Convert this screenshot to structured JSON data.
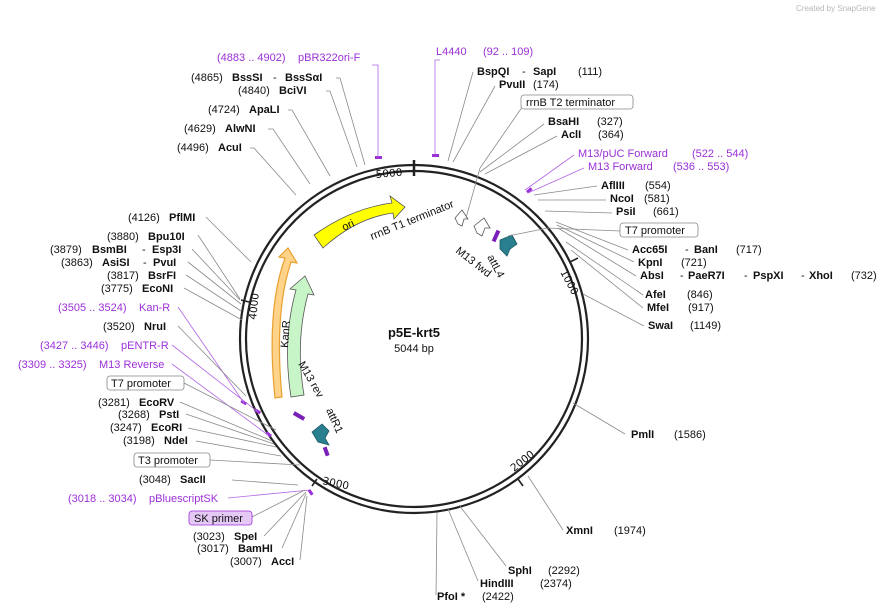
{
  "watermark": "Created by  SnapGene",
  "plasmid": {
    "name": "p5E-krt5",
    "size_label": "5044 bp"
  },
  "tick_labels": [
    "1000",
    "2000",
    "3000",
    "4000",
    "5000"
  ],
  "features": {
    "ori": "ori",
    "kanr": "KanR",
    "rrnb_t1": "rrnB T1 terminator",
    "m13_fwd": "M13 fwd",
    "attl4": "attL4",
    "m13_rev": "M13 rev",
    "attr1": "attR1"
  },
  "labels": {
    "pbr322ori": {
      "pos": "(4883 .. 4902)",
      "name": "pBR322ori-F"
    },
    "l4440": {
      "name": "L4440",
      "pos": "(92 .. 109)"
    },
    "bsssi": {
      "pos": "(4865)",
      "name": "BssSI",
      "sep": "-",
      "name2": "BssSαI"
    },
    "bcivi": {
      "pos": "(4840)",
      "name": "BciVI"
    },
    "apali": {
      "pos": "(4724)",
      "name": "ApaLI"
    },
    "alwni": {
      "pos": "(4629)",
      "name": "AlwNI"
    },
    "acui": {
      "pos": "(4496)",
      "name": "AcuI"
    },
    "bspqi": {
      "name": "BspQI",
      "sep": "-",
      "name2": "SapI",
      "pos": "(111)"
    },
    "pvuii": {
      "name": "PvuII",
      "pos": "(174)"
    },
    "rrnb_t2": {
      "name": "rrnB T2 terminator"
    },
    "bsahi": {
      "name": "BsaHI",
      "pos": "(327)"
    },
    "acli": {
      "name": "AclI",
      "pos": "(364)"
    },
    "m13puc": {
      "name": "M13/pUC Forward",
      "pos": "(522 .. 544)"
    },
    "m13fwdp": {
      "name": "M13 Forward",
      "pos": "(536 .. 553)"
    },
    "afliii": {
      "name": "AflIII",
      "pos": "(554)"
    },
    "ncoi": {
      "name": "NcoI",
      "pos": "(581)"
    },
    "psti_r": {
      "name": "PsiI",
      "pos": "(661)"
    },
    "t7_r": {
      "name": "T7 promoter"
    },
    "acc65i": {
      "name": "Acc65I",
      "sep": "-",
      "name2": "BanI",
      "pos": "(717)"
    },
    "kpni": {
      "name": "KpnI",
      "pos": "(721)"
    },
    "absi": {
      "name": "AbsI",
      "sep": "-",
      "name2": "PaeR7I",
      "sep2": "-",
      "name3": "PspXI",
      "sep3": "-",
      "name4": "XhoI",
      "pos": "(732)"
    },
    "afei": {
      "name": "AfeI",
      "pos": "(846)"
    },
    "mfei": {
      "name": "MfeI",
      "pos": "(917)"
    },
    "swai": {
      "name": "SwaI",
      "pos": "(1149)"
    },
    "pmli": {
      "name": "PmlI",
      "pos": "(1586)"
    },
    "xmni": {
      "name": "XmnI",
      "pos": "(1974)"
    },
    "sphi": {
      "name": "SphI",
      "pos": "(2292)"
    },
    "hindiii": {
      "name": "HindIII",
      "pos": "(2374)"
    },
    "pfoi": {
      "name": "PfoI *",
      "pos": "(2422)"
    },
    "pflmi": {
      "pos": "(4126)",
      "name": "PflMI"
    },
    "bpu10i": {
      "pos": "(3880)",
      "name": "Bpu10I"
    },
    "bsmbi": {
      "pos": "(3879)",
      "name": "BsmBI",
      "sep": "-",
      "name2": "Esp3I"
    },
    "asisi": {
      "pos": "(3863)",
      "name": "AsiSI",
      "sep": "-",
      "name2": "PvuI"
    },
    "bsrfi": {
      "pos": "(3817)",
      "name": "BsrFI"
    },
    "econi": {
      "pos": "(3775)",
      "name": "EcoNI"
    },
    "kanr_p": {
      "pos": "(3505 .. 3524)",
      "name": "Kan-R"
    },
    "nrui": {
      "pos": "(3520)",
      "name": "NruI"
    },
    "pentr": {
      "pos": "(3427 .. 3446)",
      "name": "pENTR-R"
    },
    "m13rev_p": {
      "pos": "(3309 .. 3325)",
      "name": "M13 Reverse"
    },
    "t7_l": {
      "name": "T7 promoter"
    },
    "ecorv": {
      "pos": "(3281)",
      "name": "EcoRV"
    },
    "psti": {
      "pos": "(3268)",
      "name": "PstI"
    },
    "ecori": {
      "pos": "(3247)",
      "name": "EcoRI"
    },
    "ndei": {
      "pos": "(3198)",
      "name": "NdeI"
    },
    "t3": {
      "name": "T3 promoter"
    },
    "sacii": {
      "pos": "(3048)",
      "name": "SacII"
    },
    "pbluescript": {
      "pos": "(3018 .. 3034)",
      "name": "pBluescriptSK"
    },
    "skprimer": {
      "name": "SK primer"
    },
    "spei": {
      "pos": "(3023)",
      "name": "SpeI"
    },
    "bamhi": {
      "pos": "(3017)",
      "name": "BamHI"
    },
    "acci": {
      "pos": "(3007)",
      "name": "AccI"
    }
  },
  "colors": {
    "ori": "#ffff00",
    "kanr": "#c8f5c8",
    "kanr_outline": "#e8a030",
    "attl4": "#2a7f8f",
    "primer": "#9b30d9",
    "sk_fill": "#e6c8f7"
  }
}
